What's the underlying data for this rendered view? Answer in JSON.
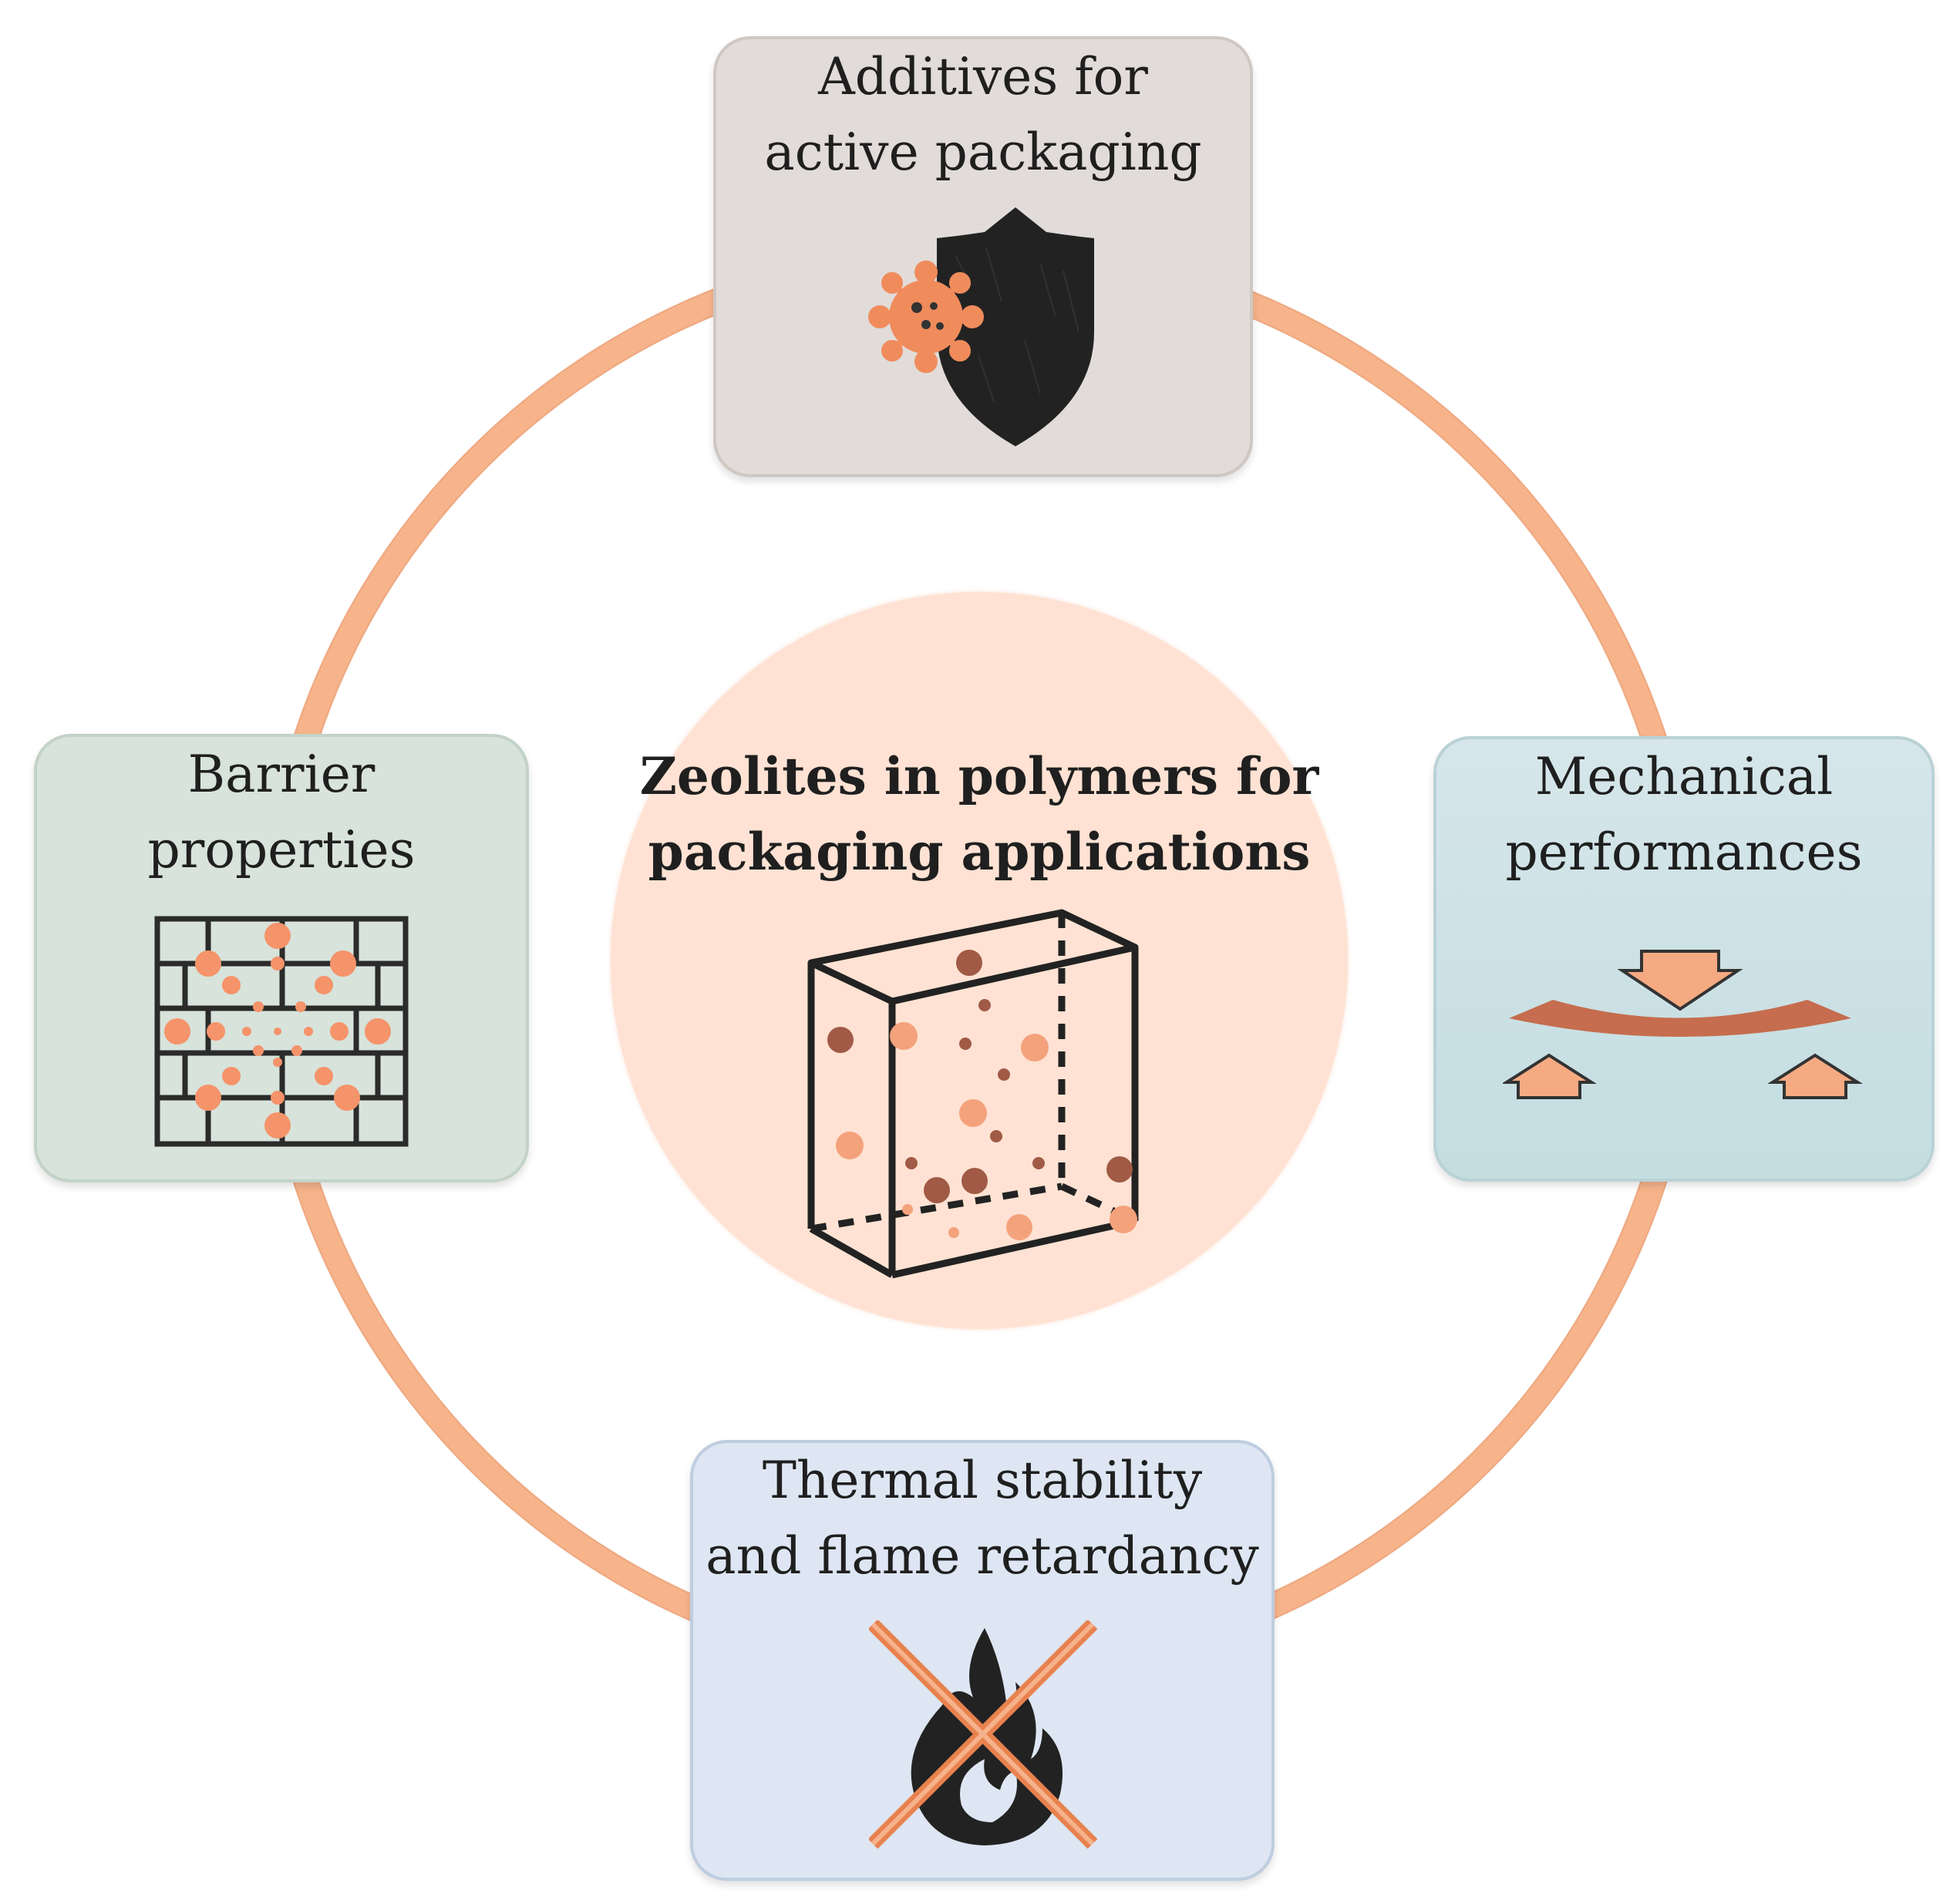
{
  "center": {
    "title_lines": [
      "Zeolites in polymers for",
      "packaging applications"
    ],
    "icon": "zeolite-polymer-box-icon"
  },
  "items": [
    {
      "id": "active",
      "title_lines": [
        "Additives for",
        "active packaging"
      ],
      "icon": "antimicrobial-shield-icon"
    },
    {
      "id": "barrier",
      "title_lines": [
        "Barrier",
        "properties"
      ],
      "icon": "brick-wall-barrier-icon"
    },
    {
      "id": "mechanical",
      "title_lines": [
        "Mechanical",
        "performances"
      ],
      "icon": "bending-beam-icon"
    },
    {
      "id": "thermal",
      "title_lines": [
        "Thermal stability",
        "and flame retardancy"
      ],
      "icon": "no-flame-icon"
    }
  ],
  "colors": {
    "ring": "#f7b48b",
    "accent": "#f08c5c",
    "dark": "#222222",
    "brown": "#a05a45"
  }
}
